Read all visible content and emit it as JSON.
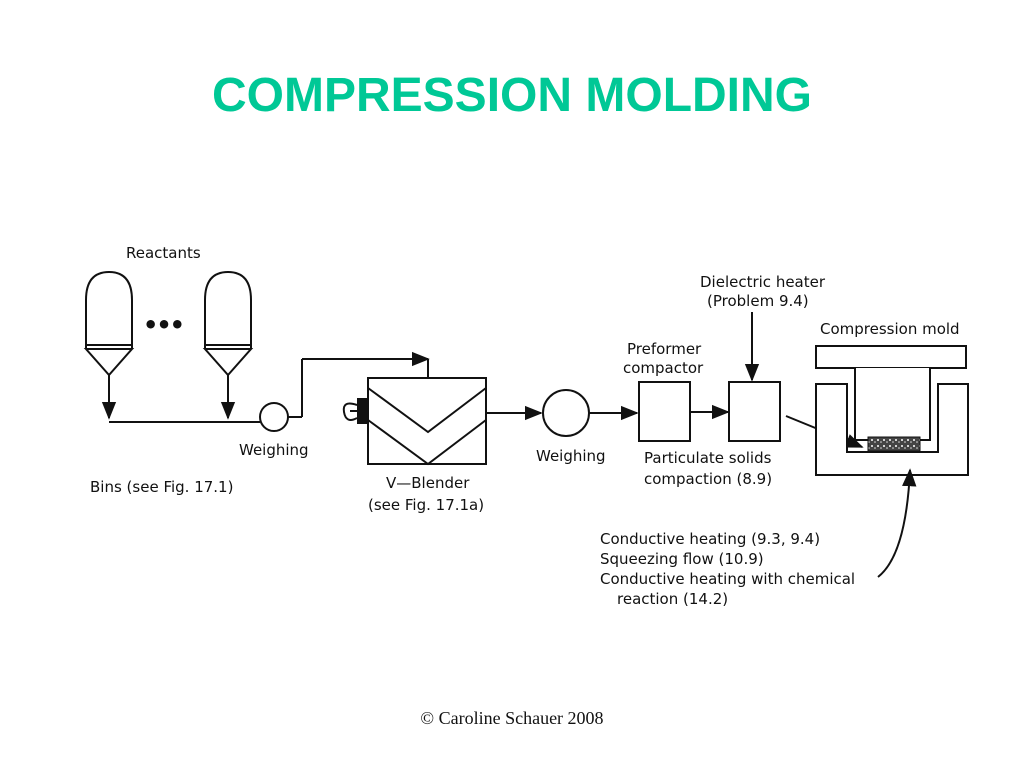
{
  "slide": {
    "title": "COMPRESSION MOLDING",
    "footer": "© Caroline Schauer 2008"
  },
  "diagram": {
    "reactants": "Reactants",
    "ellipsis": "•••",
    "bins": "Bins (see Fig. 17.1)",
    "weighing_1": "Weighing",
    "v_blender": "V—Blender",
    "v_blender_ref": "(see Fig. 17.1a)",
    "weighing_2": "Weighing",
    "preformer_1": "Preformer",
    "preformer_2": "compactor",
    "particulate_1": "Particulate solids",
    "particulate_2": "compaction (8.9)",
    "dielectric_1": "Dielectric heater",
    "dielectric_2": "(Problem 9.4)",
    "mold": "Compression mold",
    "note_1": "Conductive heating (9.3, 9.4)",
    "note_2": "Squeezing flow (10.9)",
    "note_3": "Conductive heating with chemical",
    "note_4": "reaction (14.2)"
  }
}
